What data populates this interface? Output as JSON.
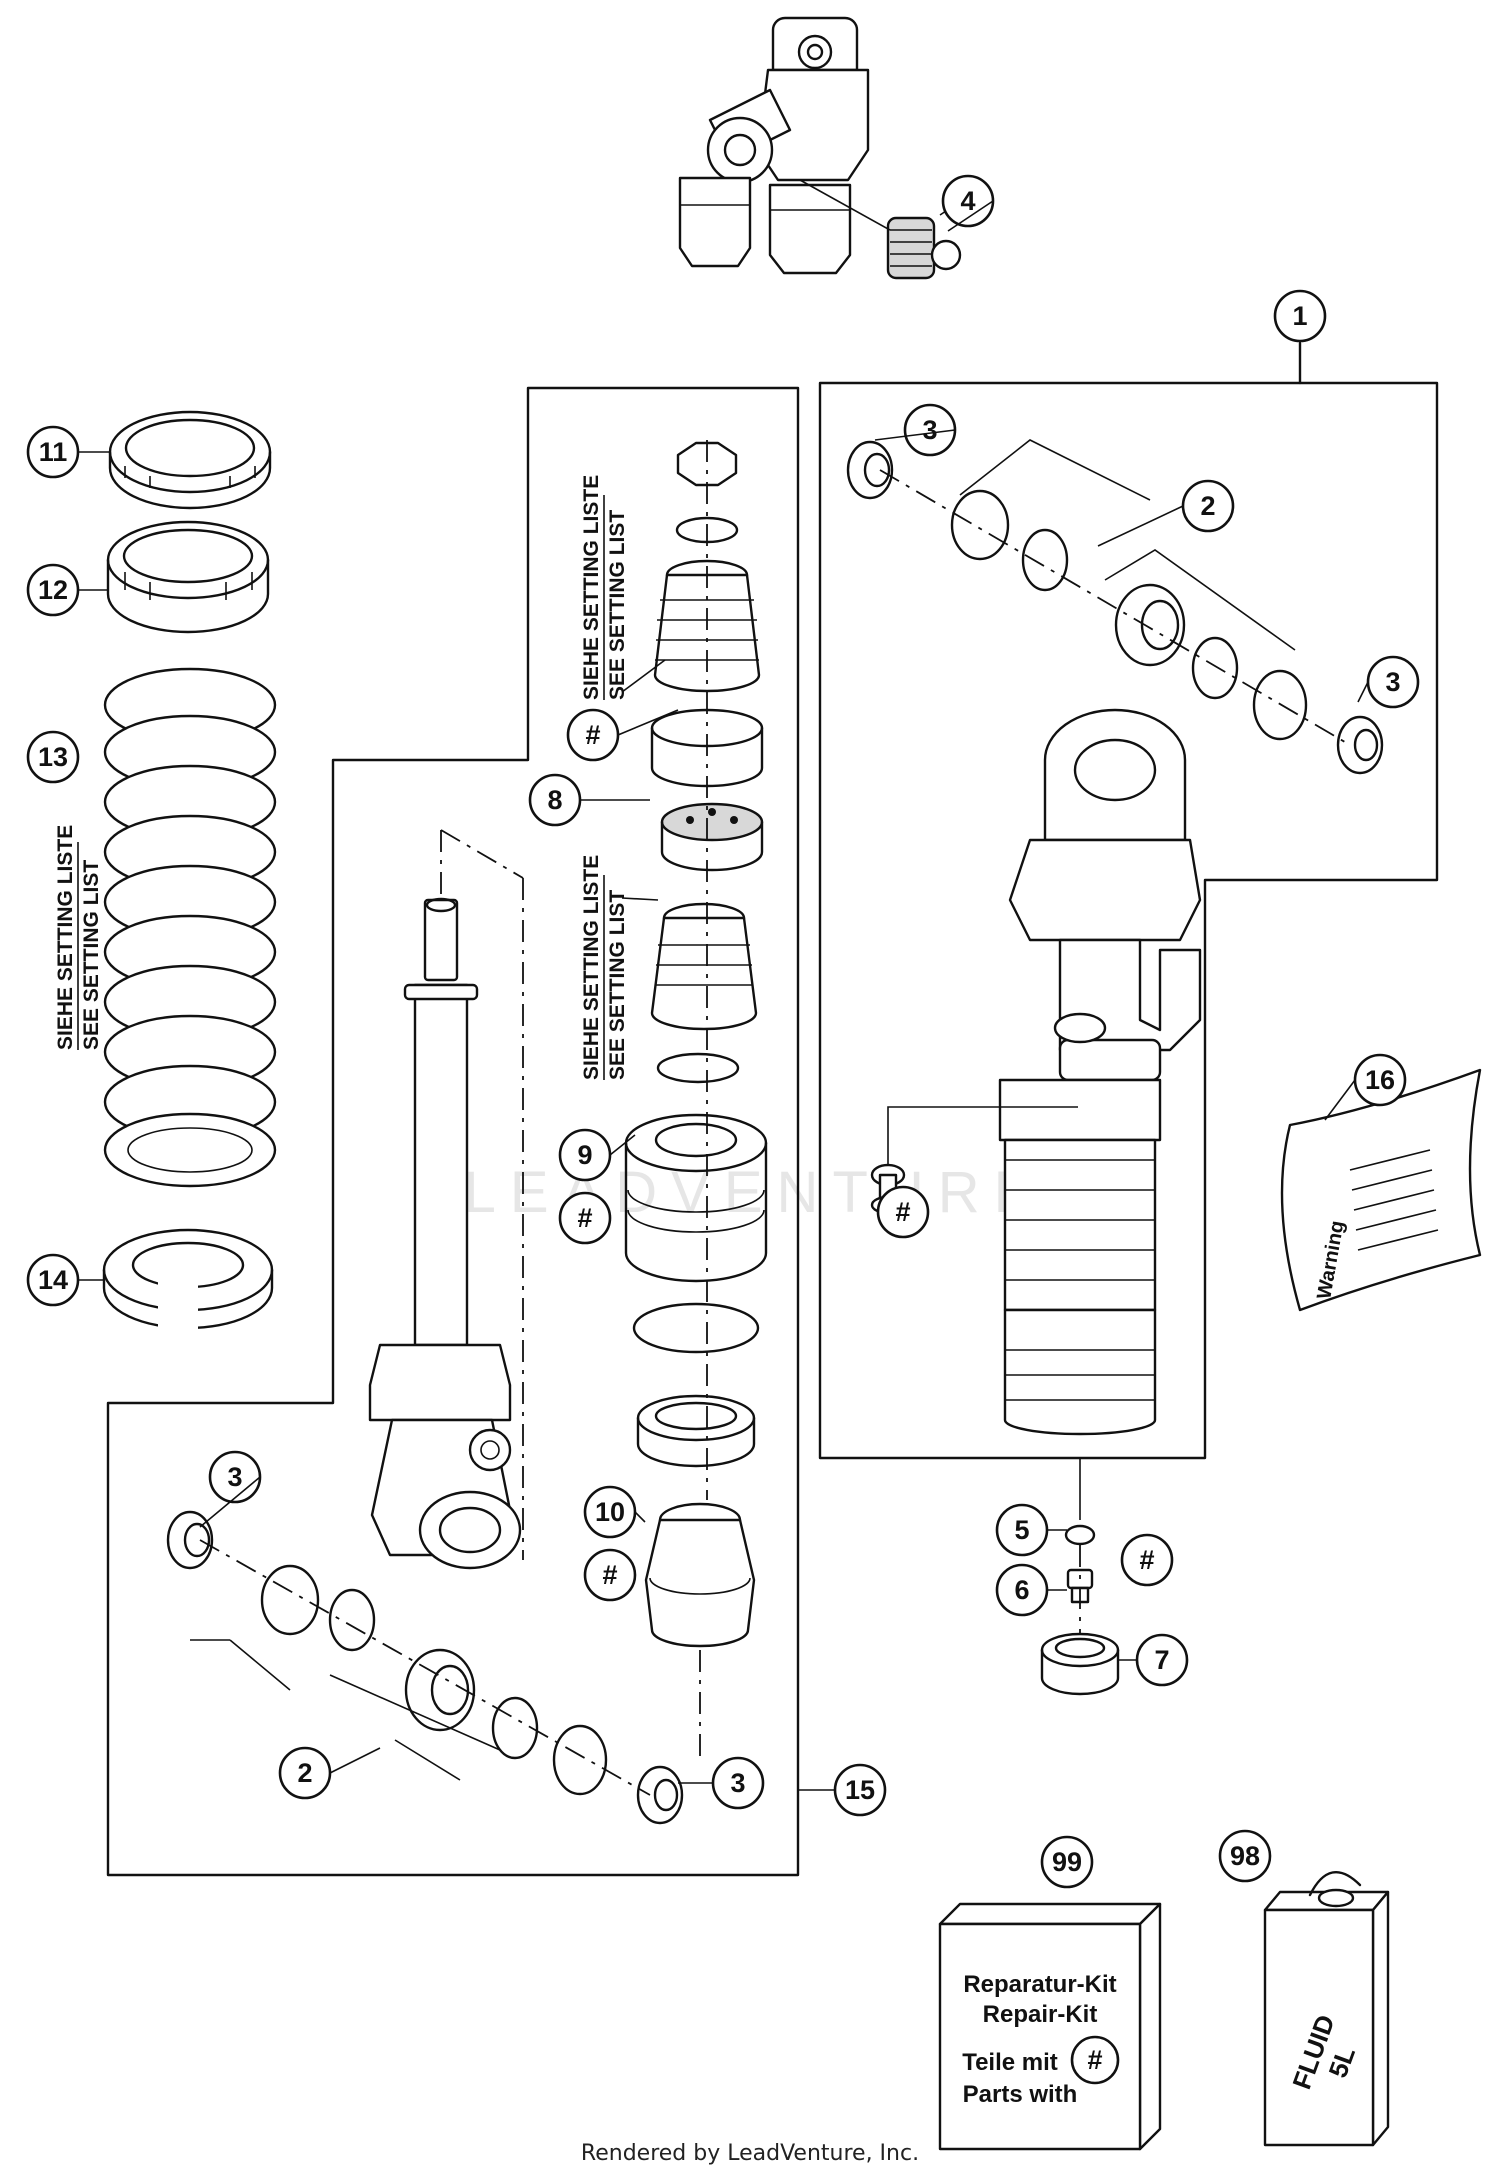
{
  "diagram": {
    "callouts": {
      "c1": "1",
      "c2a": "2",
      "c2b": "2",
      "c3a": "3",
      "c3b": "3",
      "c3c": "3",
      "c3d": "3",
      "c4": "4",
      "c5": "5",
      "c6": "6",
      "c7": "7",
      "c8": "8",
      "c9": "9",
      "c10": "10",
      "c11": "11",
      "c12": "12",
      "c13": "13",
      "c14": "14",
      "c15": "15",
      "c16": "16",
      "c98": "98",
      "c99": "99",
      "h1": "#",
      "h2": "#",
      "h3": "#",
      "h4": "#",
      "h5": "#",
      "h6": "#"
    },
    "setting_list": {
      "line1": "SIEHE SETTING LISTE",
      "line2": "SEE SETTING LIST"
    },
    "repair_kit": {
      "line1": "Reparatur-Kit",
      "line2": "Repair-Kit",
      "line3": "Teile mit",
      "line4": "Parts with",
      "symbol": "#"
    },
    "fluid_can": {
      "line1": "FLUID",
      "line2": "5L"
    },
    "warning_label": {
      "text": "Warning"
    },
    "watermark": "LEADVENTURE",
    "footer": "Rendered by LeadVenture, Inc."
  }
}
